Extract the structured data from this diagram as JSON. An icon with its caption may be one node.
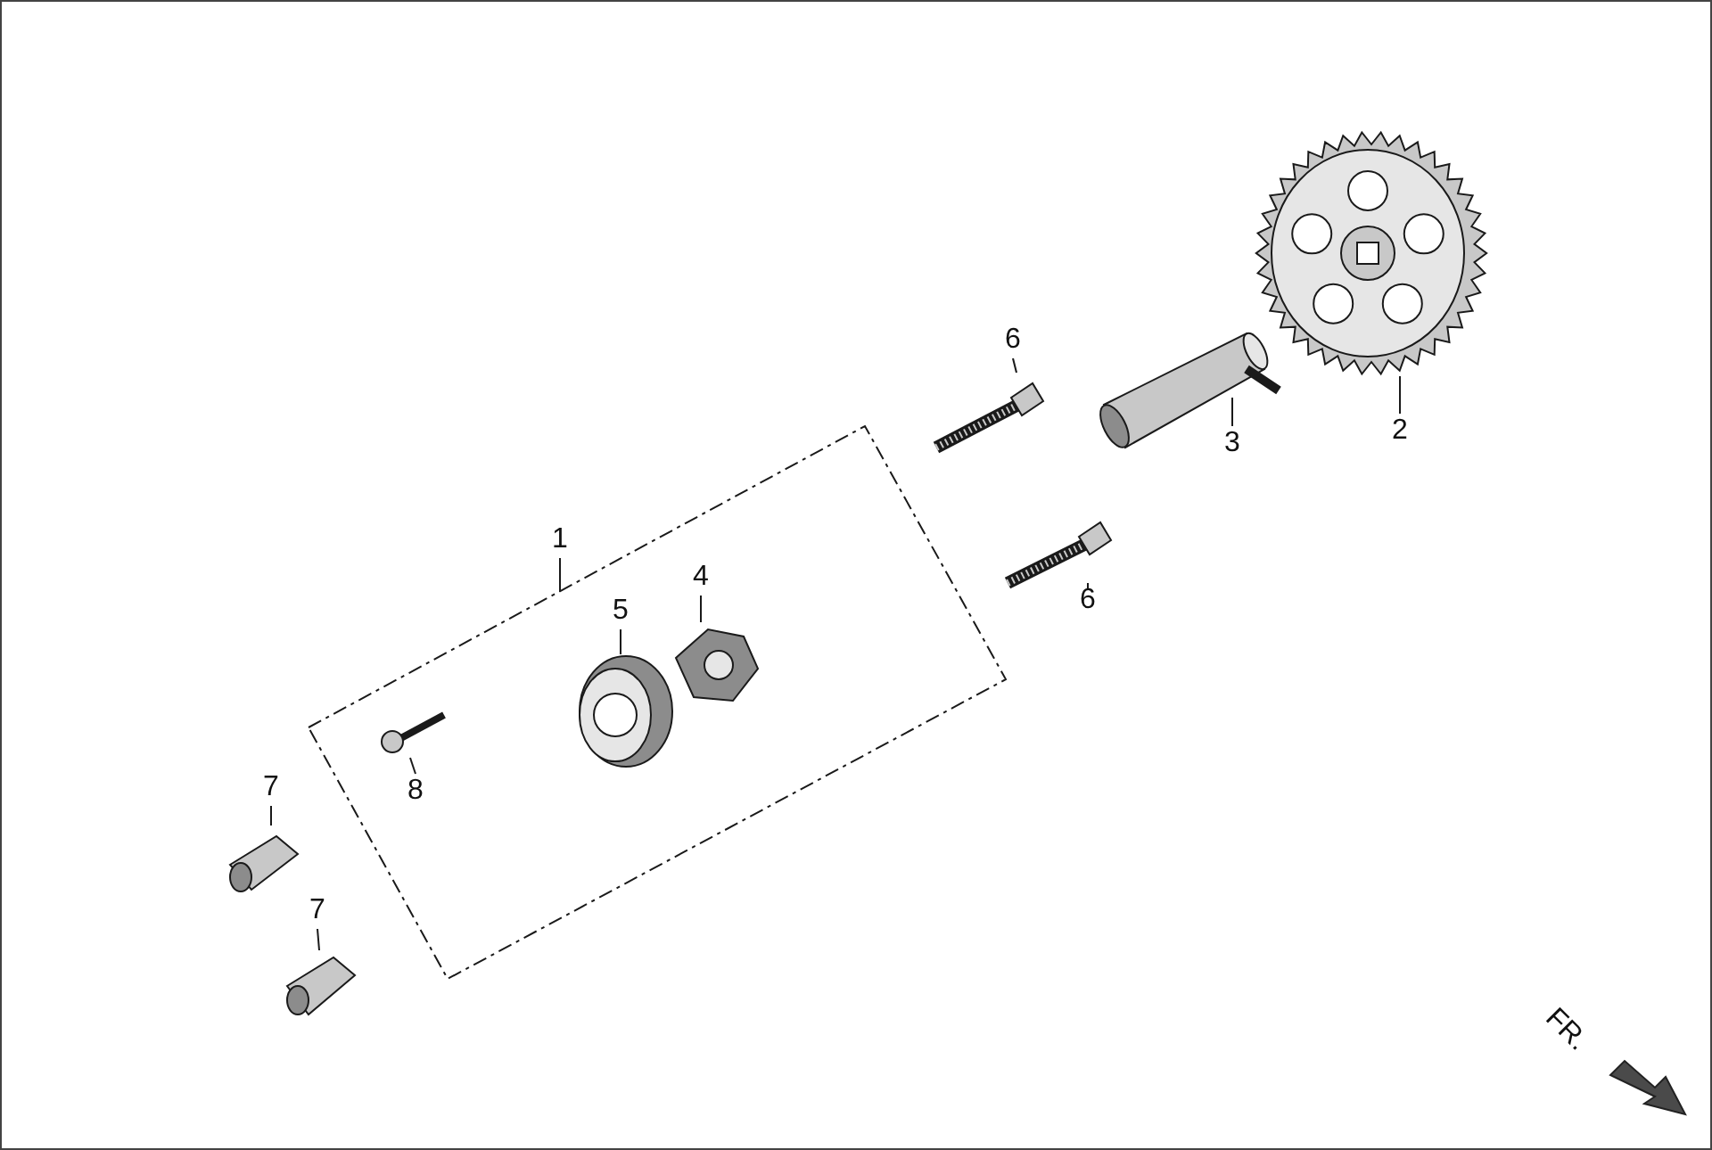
{
  "diagram": {
    "nodes": [
      {
        "text": [
          "2"
        ]
      },
      {
        "text": [],
        "shape": "picture"
      },
      {
        "text": [
          "3"
        ]
      },
      {
        "text": [],
        "shape": "picture"
      },
      {
        "text": [
          "6"
        ]
      },
      {
        "text": [],
        "shape": "picture"
      },
      {
        "text": [
          "6"
        ]
      },
      {
        "text": [],
        "shape": "picture"
      },
      {
        "text": [
          "1"
        ]
      },
      {
        "text": [],
        "shape": "box"
      },
      {
        "text": [
          "4"
        ],
        "in": 9
      },
      {
        "text": [],
        "shape": "picture",
        "in": 9
      },
      {
        "text": [
          "5"
        ],
        "in": 9
      },
      {
        "text": [],
        "shape": "picture",
        "in": 9
      },
      {
        "text": [
          "8"
        ],
        "in": 9
      },
      {
        "text": [],
        "shape": "picture",
        "in": 9
      },
      {
        "text": [
          "7"
        ]
      },
      {
        "text": [],
        "shape": "picture"
      },
      {
        "text": [
          "7"
        ]
      },
      {
        "text": [],
        "shape": "picture"
      }
    ],
    "edges": [
      {
        "from": 0,
        "to": 1,
        "arrow": "none"
      },
      {
        "from": 2,
        "to": 3,
        "arrow": "none"
      },
      {
        "from": 4,
        "to": 5,
        "arrow": "none"
      },
      {
        "from": 6,
        "to": 7,
        "arrow": "none"
      },
      {
        "from": 8,
        "to": 9,
        "arrow": "none"
      },
      {
        "from": 10,
        "to": 11,
        "arrow": "none"
      },
      {
        "from": 12,
        "to": 13,
        "arrow": "none"
      },
      {
        "from": 14,
        "to": 15,
        "arrow": "none"
      },
      {
        "from": 16,
        "to": 17,
        "arrow": "none"
      },
      {
        "from": 18,
        "to": 19,
        "arrow": "none"
      }
    ],
    "labels": [
      "FR."
    ]
  }
}
